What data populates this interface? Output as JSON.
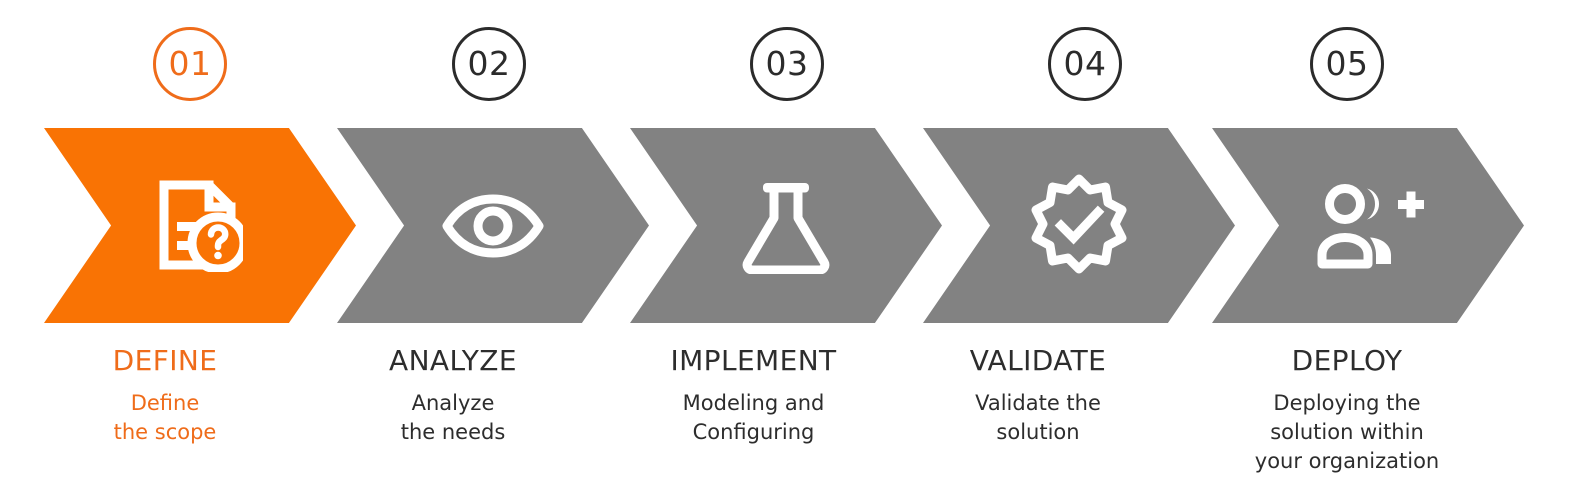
{
  "theme": {
    "background": "#ffffff",
    "accent_orange": "#f97304",
    "accent_orange_text": "#ef6c1a",
    "neutral_gray": "#828282",
    "dark_text": "#2d2d2d",
    "icon_color": "#ffffff"
  },
  "chart_data": {
    "type": "diagram",
    "subtype": "chevron-process-flow",
    "direction": "left-to-right",
    "step_count": 5,
    "active_step": 1,
    "title": "",
    "steps": [
      {
        "number": "01",
        "title": "DEFINE",
        "description": "Define\nthe scope",
        "icon": "document-question-icon",
        "state": "active",
        "fill": "#f97304"
      },
      {
        "number": "02",
        "title": "ANALYZE",
        "description": "Analyze\nthe needs",
        "icon": "eye-icon",
        "state": "inactive",
        "fill": "#828282"
      },
      {
        "number": "03",
        "title": "IMPLEMENT",
        "description": "Modeling and\nConfiguring",
        "icon": "flask-icon",
        "state": "inactive",
        "fill": "#828282"
      },
      {
        "number": "04",
        "title": "VALIDATE",
        "description": "Validate the\nsolution",
        "icon": "verified-check-badge-icon",
        "state": "inactive",
        "fill": "#828282"
      },
      {
        "number": "05",
        "title": "DEPLOY",
        "description": "Deploying the\nsolution within\nyour organization",
        "icon": "add-people-icon",
        "state": "inactive",
        "fill": "#828282"
      }
    ]
  }
}
